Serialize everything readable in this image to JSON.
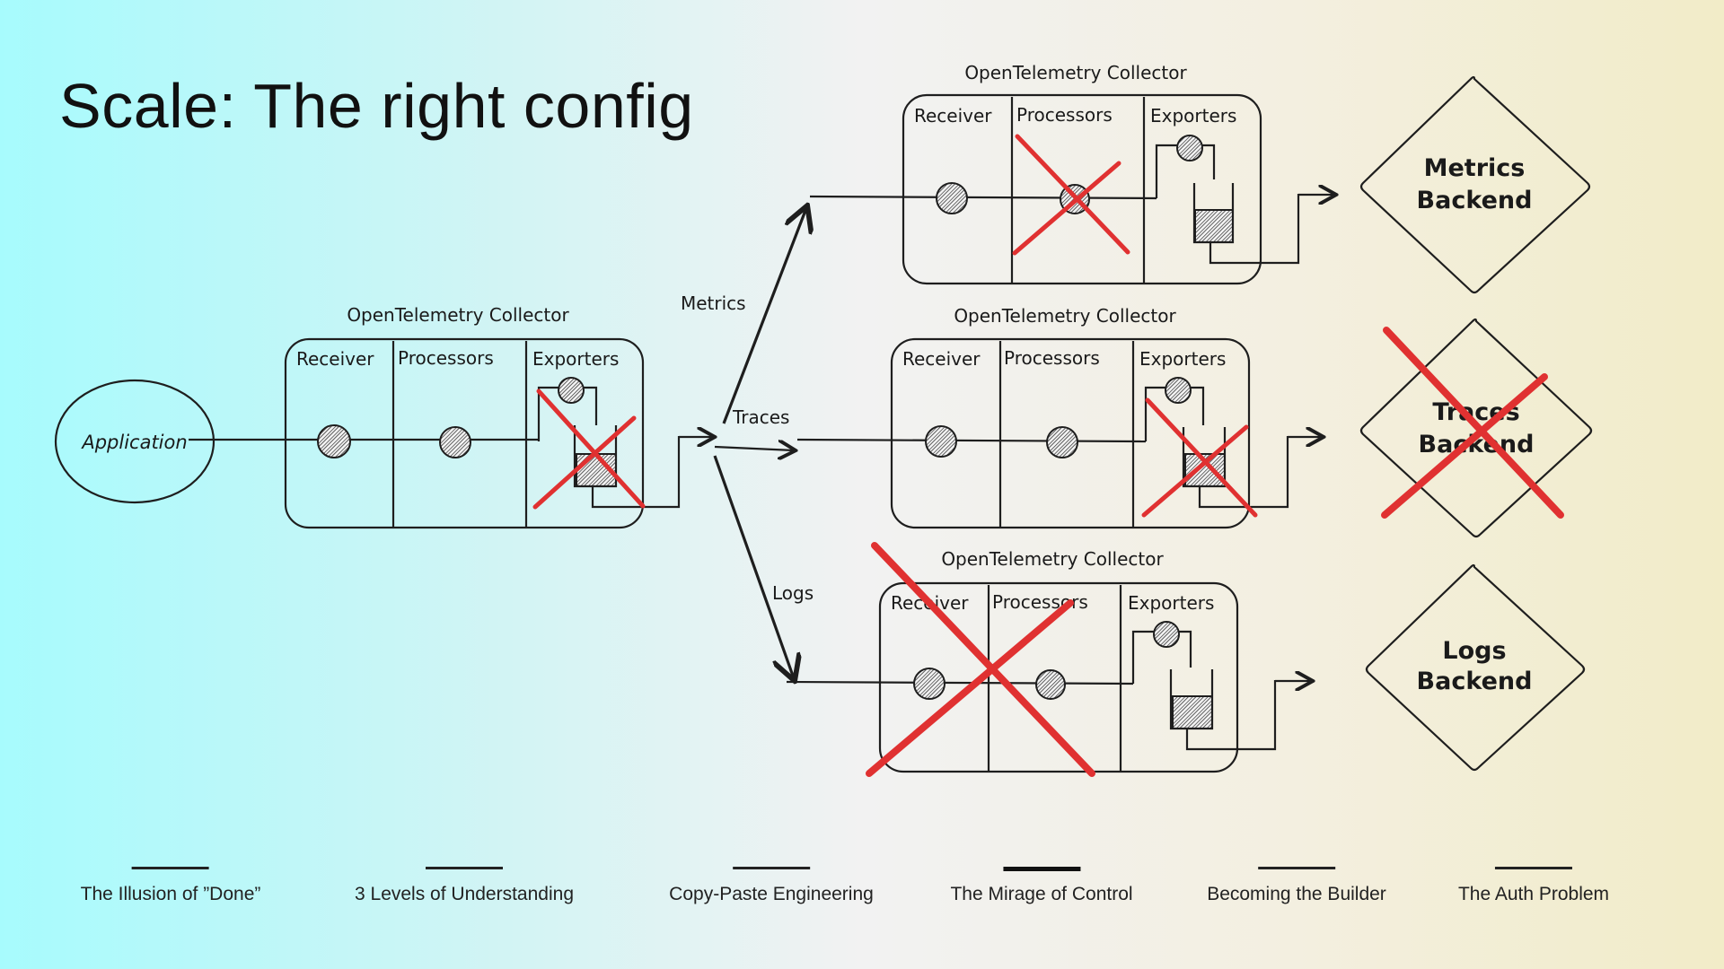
{
  "slide": {
    "title": "Scale: The right config"
  },
  "diagram": {
    "application": "Application",
    "collector": {
      "title": "OpenTelemetry Collector",
      "receiver": "Receiver",
      "processors": "Processors",
      "exporters": "Exporters"
    },
    "signals": {
      "metrics": "Metrics",
      "traces": "Traces",
      "logs": "Logs"
    },
    "backends": {
      "metrics": [
        "Metrics",
        "Backend"
      ],
      "traces": [
        "Traces",
        "Backend"
      ],
      "logs": [
        "Logs",
        "Backend"
      ]
    },
    "colors": {
      "ink": "#1e1e1e",
      "cross": "#e03131"
    }
  },
  "nav": {
    "items": [
      {
        "label": "The Illusion of ”Done”",
        "active": false
      },
      {
        "label": "3 Levels of Understanding",
        "active": false
      },
      {
        "label": "Copy-Paste Engineering",
        "active": false
      },
      {
        "label": "The Mirage of Control",
        "active": true
      },
      {
        "label": "Becoming the Builder",
        "active": false
      },
      {
        "label": "The Auth Problem",
        "active": false
      }
    ]
  }
}
